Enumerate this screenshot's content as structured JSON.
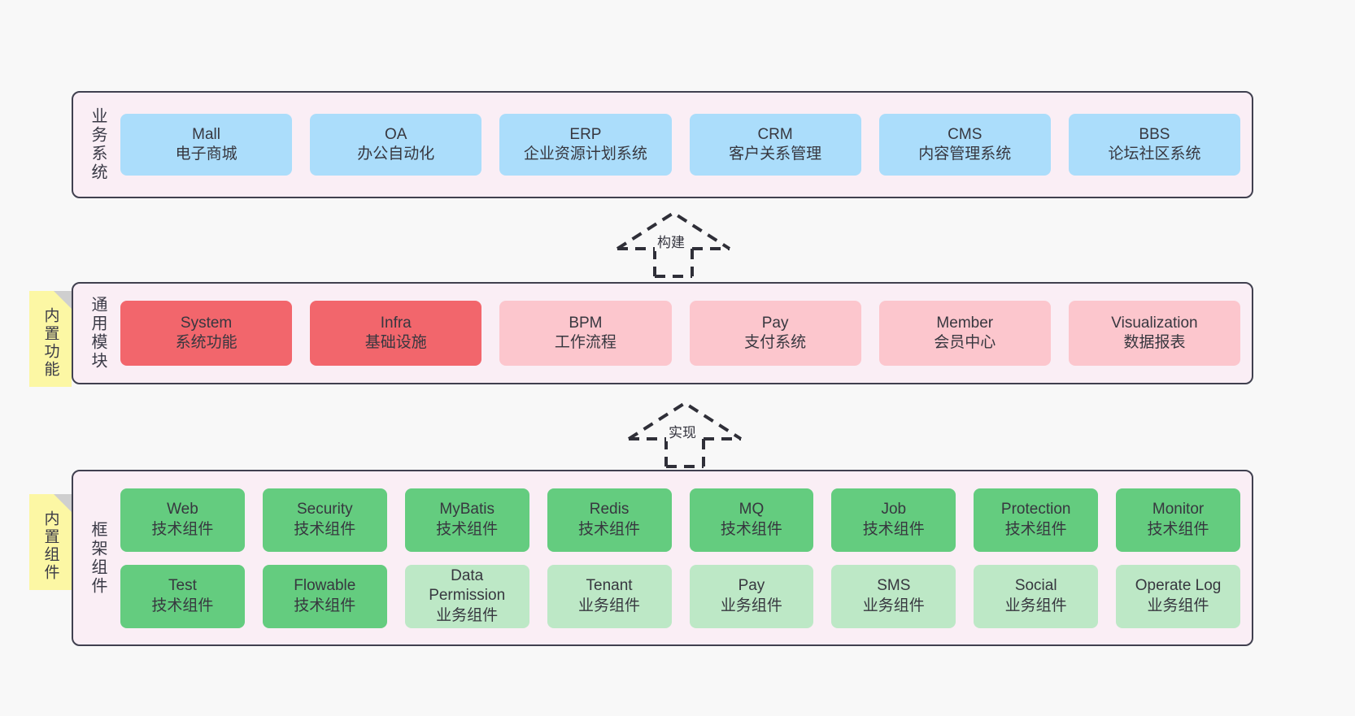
{
  "diagram": {
    "background": "#f8f8f8",
    "colors": {
      "layer_bg": "#faeef5",
      "layer_border": "#40404f",
      "business": "#abddfb",
      "module_core": "#f2666c",
      "module_optional": "#fcc6cd",
      "framework_tech": "#64cc7f",
      "framework_business": "#bde8c6",
      "sticky": "#fcf7a4"
    }
  },
  "layers": {
    "business": {
      "title": "业务系统",
      "cards": [
        {
          "name": "Mall",
          "desc": "电子商城"
        },
        {
          "name": "OA",
          "desc": "办公自动化"
        },
        {
          "name": "ERP",
          "desc": "企业资源计划系统"
        },
        {
          "name": "CRM",
          "desc": "客户关系管理"
        },
        {
          "name": "CMS",
          "desc": "内容管理系统"
        },
        {
          "name": "BBS",
          "desc": "论坛社区系统"
        }
      ]
    },
    "module": {
      "title": "通用模块",
      "sticky": "内置功能",
      "cards": [
        {
          "name": "System",
          "desc": "系统功能"
        },
        {
          "name": "Infra",
          "desc": "基础设施"
        },
        {
          "name": "BPM",
          "desc": "工作流程"
        },
        {
          "name": "Pay",
          "desc": "支付系统"
        },
        {
          "name": "Member",
          "desc": "会员中心"
        },
        {
          "name": "Visualization",
          "desc": "数据报表"
        }
      ]
    },
    "framework": {
      "title": "框架组件",
      "sticky": "内置组件",
      "row1": [
        {
          "name": "Web",
          "desc": "技术组件"
        },
        {
          "name": "Security",
          "desc": "技术组件"
        },
        {
          "name": "MyBatis",
          "desc": "技术组件"
        },
        {
          "name": "Redis",
          "desc": "技术组件"
        },
        {
          "name": "MQ",
          "desc": "技术组件"
        },
        {
          "name": "Job",
          "desc": "技术组件"
        },
        {
          "name": "Protection",
          "desc": "技术组件"
        },
        {
          "name": "Monitor",
          "desc": "技术组件"
        }
      ],
      "row2": [
        {
          "name": "Test",
          "desc": "技术组件"
        },
        {
          "name": "Flowable",
          "desc": "技术组件"
        },
        {
          "name": "Data",
          "name2": "Permission",
          "desc": "业务组件"
        },
        {
          "name": "Tenant",
          "desc": "业务组件"
        },
        {
          "name": "Pay",
          "desc": "业务组件"
        },
        {
          "name": "SMS",
          "desc": "业务组件"
        },
        {
          "name": "Social",
          "desc": "业务组件"
        },
        {
          "name": "Operate Log",
          "desc": "业务组件"
        }
      ]
    }
  },
  "arrows": {
    "build": "构建",
    "implement": "实现"
  }
}
